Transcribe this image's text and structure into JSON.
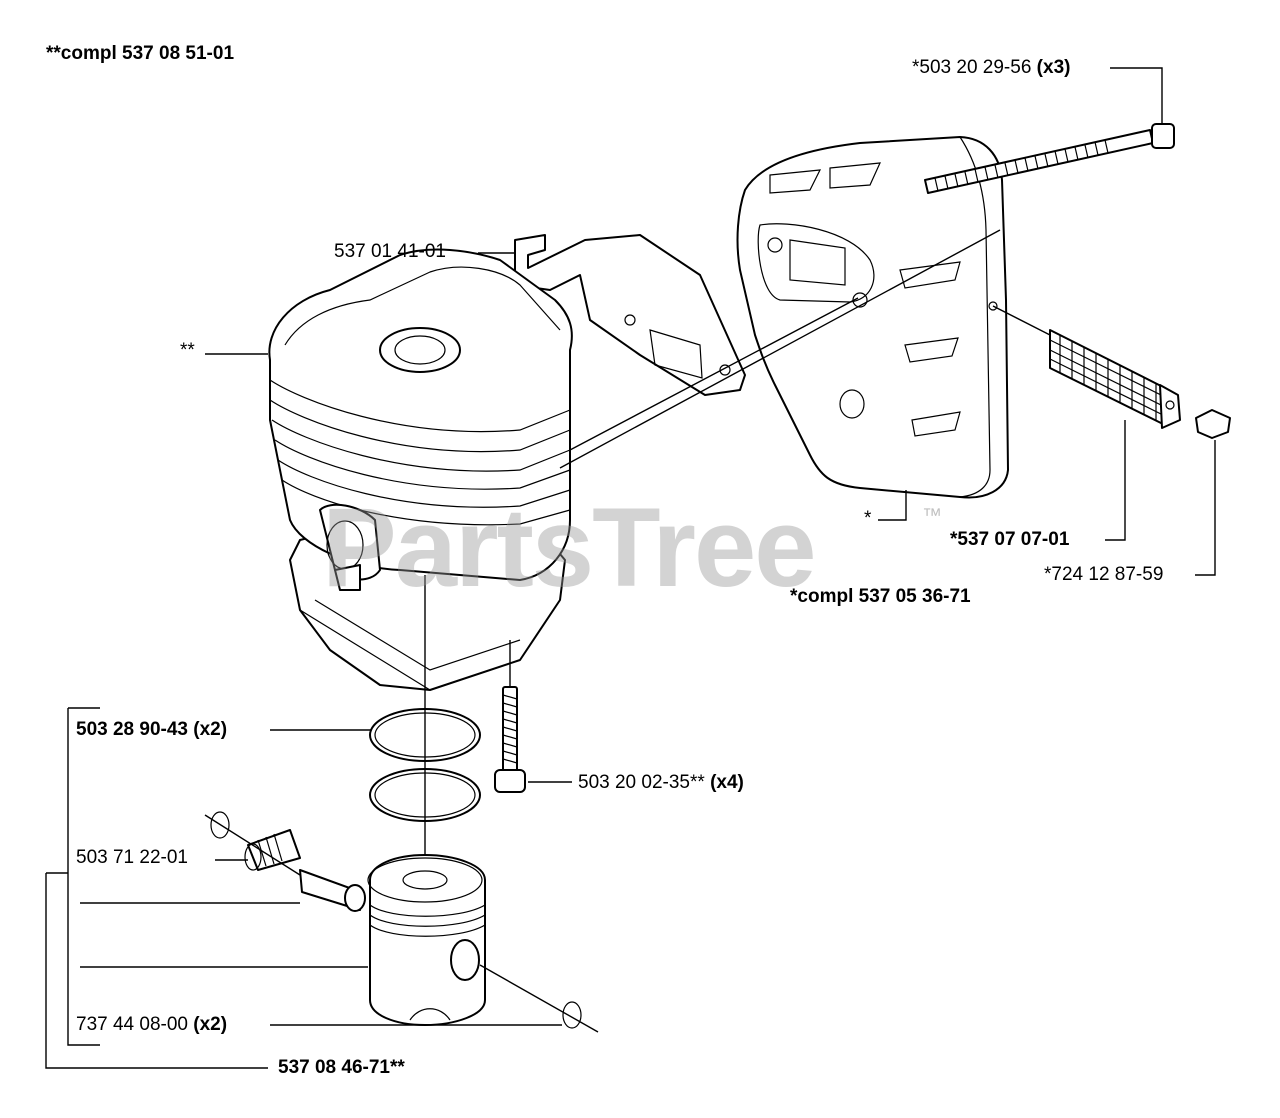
{
  "labels": {
    "cylinder_kit": "**compl 537 08 51-01",
    "cylinder": "**",
    "gasket_bracket": "537 01 41-01",
    "muffler_screw": "*503 20 29-56",
    "muffler_screw_qty": "(x3)",
    "muffler": "*",
    "spark_screen": "*537 07 07-01",
    "screen_screw": "*724 12 87-59",
    "muffler_kit": "*compl 537 05 36-71",
    "piston_ring": "503 28 90-43 (x2)",
    "cylinder_screw": "503 20 02-35**",
    "cylinder_screw_qty": "(x4)",
    "needle_bearing": "503 71 22-01",
    "circlip": "737 44 08-00",
    "circlip_qty": "(x2)",
    "piston_kit": "537 08 46-71**"
  },
  "watermark": {
    "text": "PartsTree",
    "mark": "™"
  },
  "colors": {
    "ink": "#000000",
    "watermark": "#969696",
    "background": "#ffffff"
  }
}
